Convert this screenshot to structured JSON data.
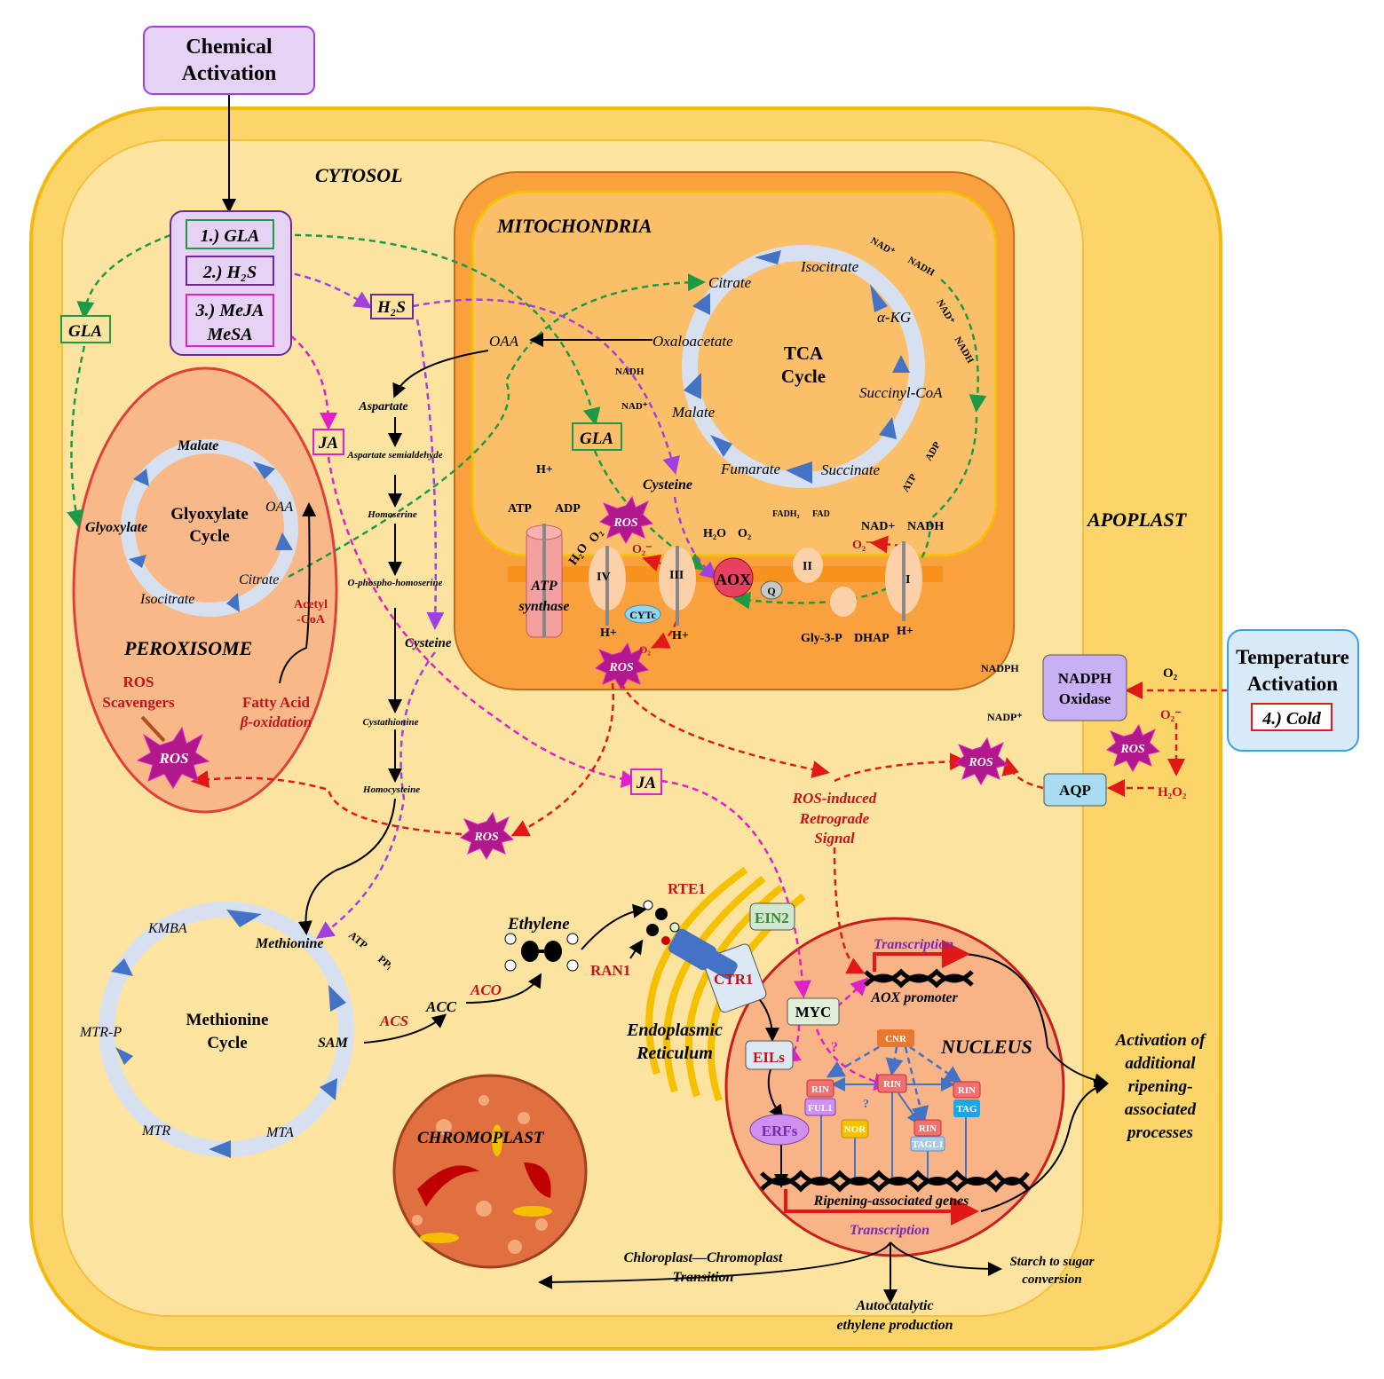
{
  "colors": {
    "cell_wall": "#fbd56a",
    "cytosol": "#fde3a0",
    "mitochondria": "#f9a03f",
    "peroxisome": "#f8b888",
    "nucleus": "#f8b387",
    "chromoplast": "#e07040",
    "cycle_ring": "#d6e0f0",
    "cycle_arrow": "#4472c4",
    "ros": "#b0188c",
    "gla_green": "#1e9a46",
    "h2s_purple": "#a040e0",
    "meja_magenta": "#e020c8",
    "signal_red": "#e01818"
  },
  "activation": {
    "chemical": [
      "Chemical",
      "Activation"
    ],
    "treatments": [
      "1.) GLA",
      "2.) H₂S",
      "3.) MeJA",
      "MeSA"
    ],
    "temperature": [
      "Temperature",
      "Activation"
    ],
    "cold": "4.) Cold"
  },
  "compartments": {
    "cytosol": "CYTOSOL",
    "mitochondria": "MITOCHONDRIA",
    "apoplast": "APOPLAST",
    "peroxisome": "PEROXISOME",
    "nucleus": "NUCLEUS",
    "chromoplast": "CHROMOPLAST",
    "er": [
      "Endoplasmic",
      "Reticulum"
    ]
  },
  "signals": {
    "gla": "GLA",
    "h2s": "H₂S",
    "ja": "JA",
    "ros": "ROS"
  },
  "tca": {
    "title": [
      "TCA",
      "Cycle"
    ],
    "metabolites": [
      "Citrate",
      "Isocitrate",
      "α-KG",
      "Succinyl-CoA",
      "Succinate",
      "Fumarate",
      "Malate",
      "Oxaloacetate"
    ],
    "cofactors": [
      "NAD⁺",
      "NADH",
      "NAD⁺",
      "NADH",
      "ADP",
      "ATP",
      "NADH",
      "NAD⁺"
    ],
    "oaa": "OAA"
  },
  "etc": {
    "complexes": [
      "I",
      "II",
      "III",
      "IV"
    ],
    "aox": "AOX",
    "q": "Q",
    "cytc": "CYTc",
    "atp_synthase": [
      "ATP",
      "synthase"
    ],
    "labels": [
      "H+",
      "ATP",
      "ADP",
      "H₂O",
      "O₂",
      "O₂⁻",
      "H+",
      "H+",
      "H₂O",
      "O₂",
      "FADH₂",
      "FAD",
      "NAD+",
      "NADH",
      "O₂⁻",
      "H+",
      "Gly-3-P",
      "DHAP",
      "O₂⁻"
    ],
    "cysteine": "Cysteine"
  },
  "aspartate_pathway": [
    "Aspartate",
    "Aspartate semialdehyde",
    "Homoserine",
    "O-phospho-homoserine",
    "Cystathionine",
    "Homocysteine"
  ],
  "cysteine": "Cysteine",
  "glyoxylate": {
    "title": [
      "Glyoxylate",
      "Cycle"
    ],
    "metabolites": [
      "Malate",
      "OAA",
      "Citrate",
      "Isocitrate",
      "Glyoxylate"
    ],
    "acetyl_coa": [
      "Acetyl",
      "-CoA"
    ],
    "fatty_acid": [
      "Fatty Acid",
      "β-oxidation"
    ],
    "scavengers": [
      "ROS",
      "Scavengers"
    ]
  },
  "methionine": {
    "title": [
      "Methionine",
      "Cycle"
    ],
    "metabolites": [
      "Methionine",
      "SAM",
      "MTA",
      "MTR",
      "MTR-P",
      "KMBA"
    ],
    "atp": "ATP",
    "ppi": "PPᵢ"
  },
  "ethylene": {
    "acs": "ACS",
    "acc": "ACC",
    "aco": "ACO",
    "ethylene": "Ethylene",
    "rte1": "RTE1",
    "ran1": "RAN1",
    "ein2": "EIN2",
    "ctr1": "CTR1",
    "myc": "MYC",
    "eils": "EILs",
    "erfs": "ERFs"
  },
  "apoplast": {
    "nadph": "NADPH",
    "nadp": "NADP⁺",
    "nadph_oxidase": [
      "NADPH",
      "Oxidase"
    ],
    "o2": "O₂",
    "o2_minus": "O₂⁻",
    "h2o2": "H₂O₂",
    "aqp": "AQP"
  },
  "retrograde": [
    "ROS-induced",
    "Retrograde",
    "Signal"
  ],
  "nucleus": {
    "transcription": "Transcription",
    "aox_promoter": "AOX promoter",
    "genes": [
      "CNR",
      "RIN",
      "RIN",
      "FUL1",
      "NOR",
      "RIN",
      "TAGL1",
      "RIN",
      "TAG"
    ],
    "question": "?",
    "ripening_genes": "Ripening-associated genes"
  },
  "outcomes": {
    "activation": [
      "Activation of",
      "additional",
      "ripening-",
      "associated",
      "processes"
    ],
    "transition": [
      "Chloroplast—Chromoplast",
      "Transition"
    ],
    "starch": [
      "Starch to sugar",
      "conversion"
    ],
    "ethylene": [
      "Autocatalytic",
      "ethylene production"
    ]
  }
}
